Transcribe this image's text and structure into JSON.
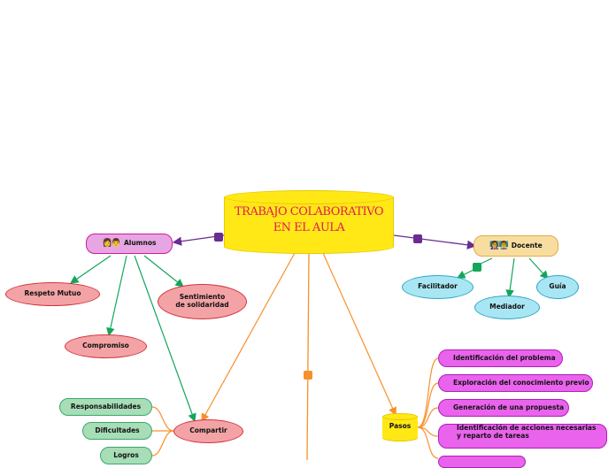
{
  "central_topic": {
    "line1": "TRABAJO COLABORATIVO",
    "line2": "EN EL AULA"
  },
  "alumnos": {
    "label": "Alumnos",
    "icon": "people-icon",
    "children": {
      "respeto": "Respeto Mutuo",
      "sentimiento_l1": "Sentimiento",
      "sentimiento_l2": "de solidaridad",
      "compromiso": "Compromiso"
    }
  },
  "docente": {
    "label": "Docente",
    "icon": "teachers-icon",
    "children": {
      "facilitador": "Facilitador",
      "guia": "Guía",
      "mediador": "Mediador"
    }
  },
  "compartir": {
    "label": "Compartir",
    "children": {
      "responsabilidades": "Responsabilidades",
      "dificultades": "Dificultades",
      "logros": "Logros"
    }
  },
  "pasos": {
    "label": "Pasos",
    "steps": {
      "s1": "Identificación del problema",
      "s2": "Exploración del conocimiento previo",
      "s3": "Generación de una propuesta",
      "s4_l1": "Identificación de acciones necesarias",
      "s4_l2": "y reparto de tareas"
    }
  },
  "colors": {
    "central": "#ffe816",
    "central_text": "#e01b55",
    "alumnos_fill": "#e7a6e3",
    "alumnos_border": "#d0189f",
    "docente_fill": "#f7dea0",
    "docente_border": "#e7a84a",
    "red_fill": "#f3a3a5",
    "red_border": "#d4323c",
    "blue_fill": "#a9e6f3",
    "blue_border": "#2ea7c9",
    "green_fill": "#a7ddb7",
    "green_border": "#3aa96c",
    "magenta_fill": "#e963ec",
    "magenta_border": "#b01fb7",
    "purple_line": "#6a2c91",
    "green_line": "#13a65b",
    "orange_line": "#f7902a"
  }
}
